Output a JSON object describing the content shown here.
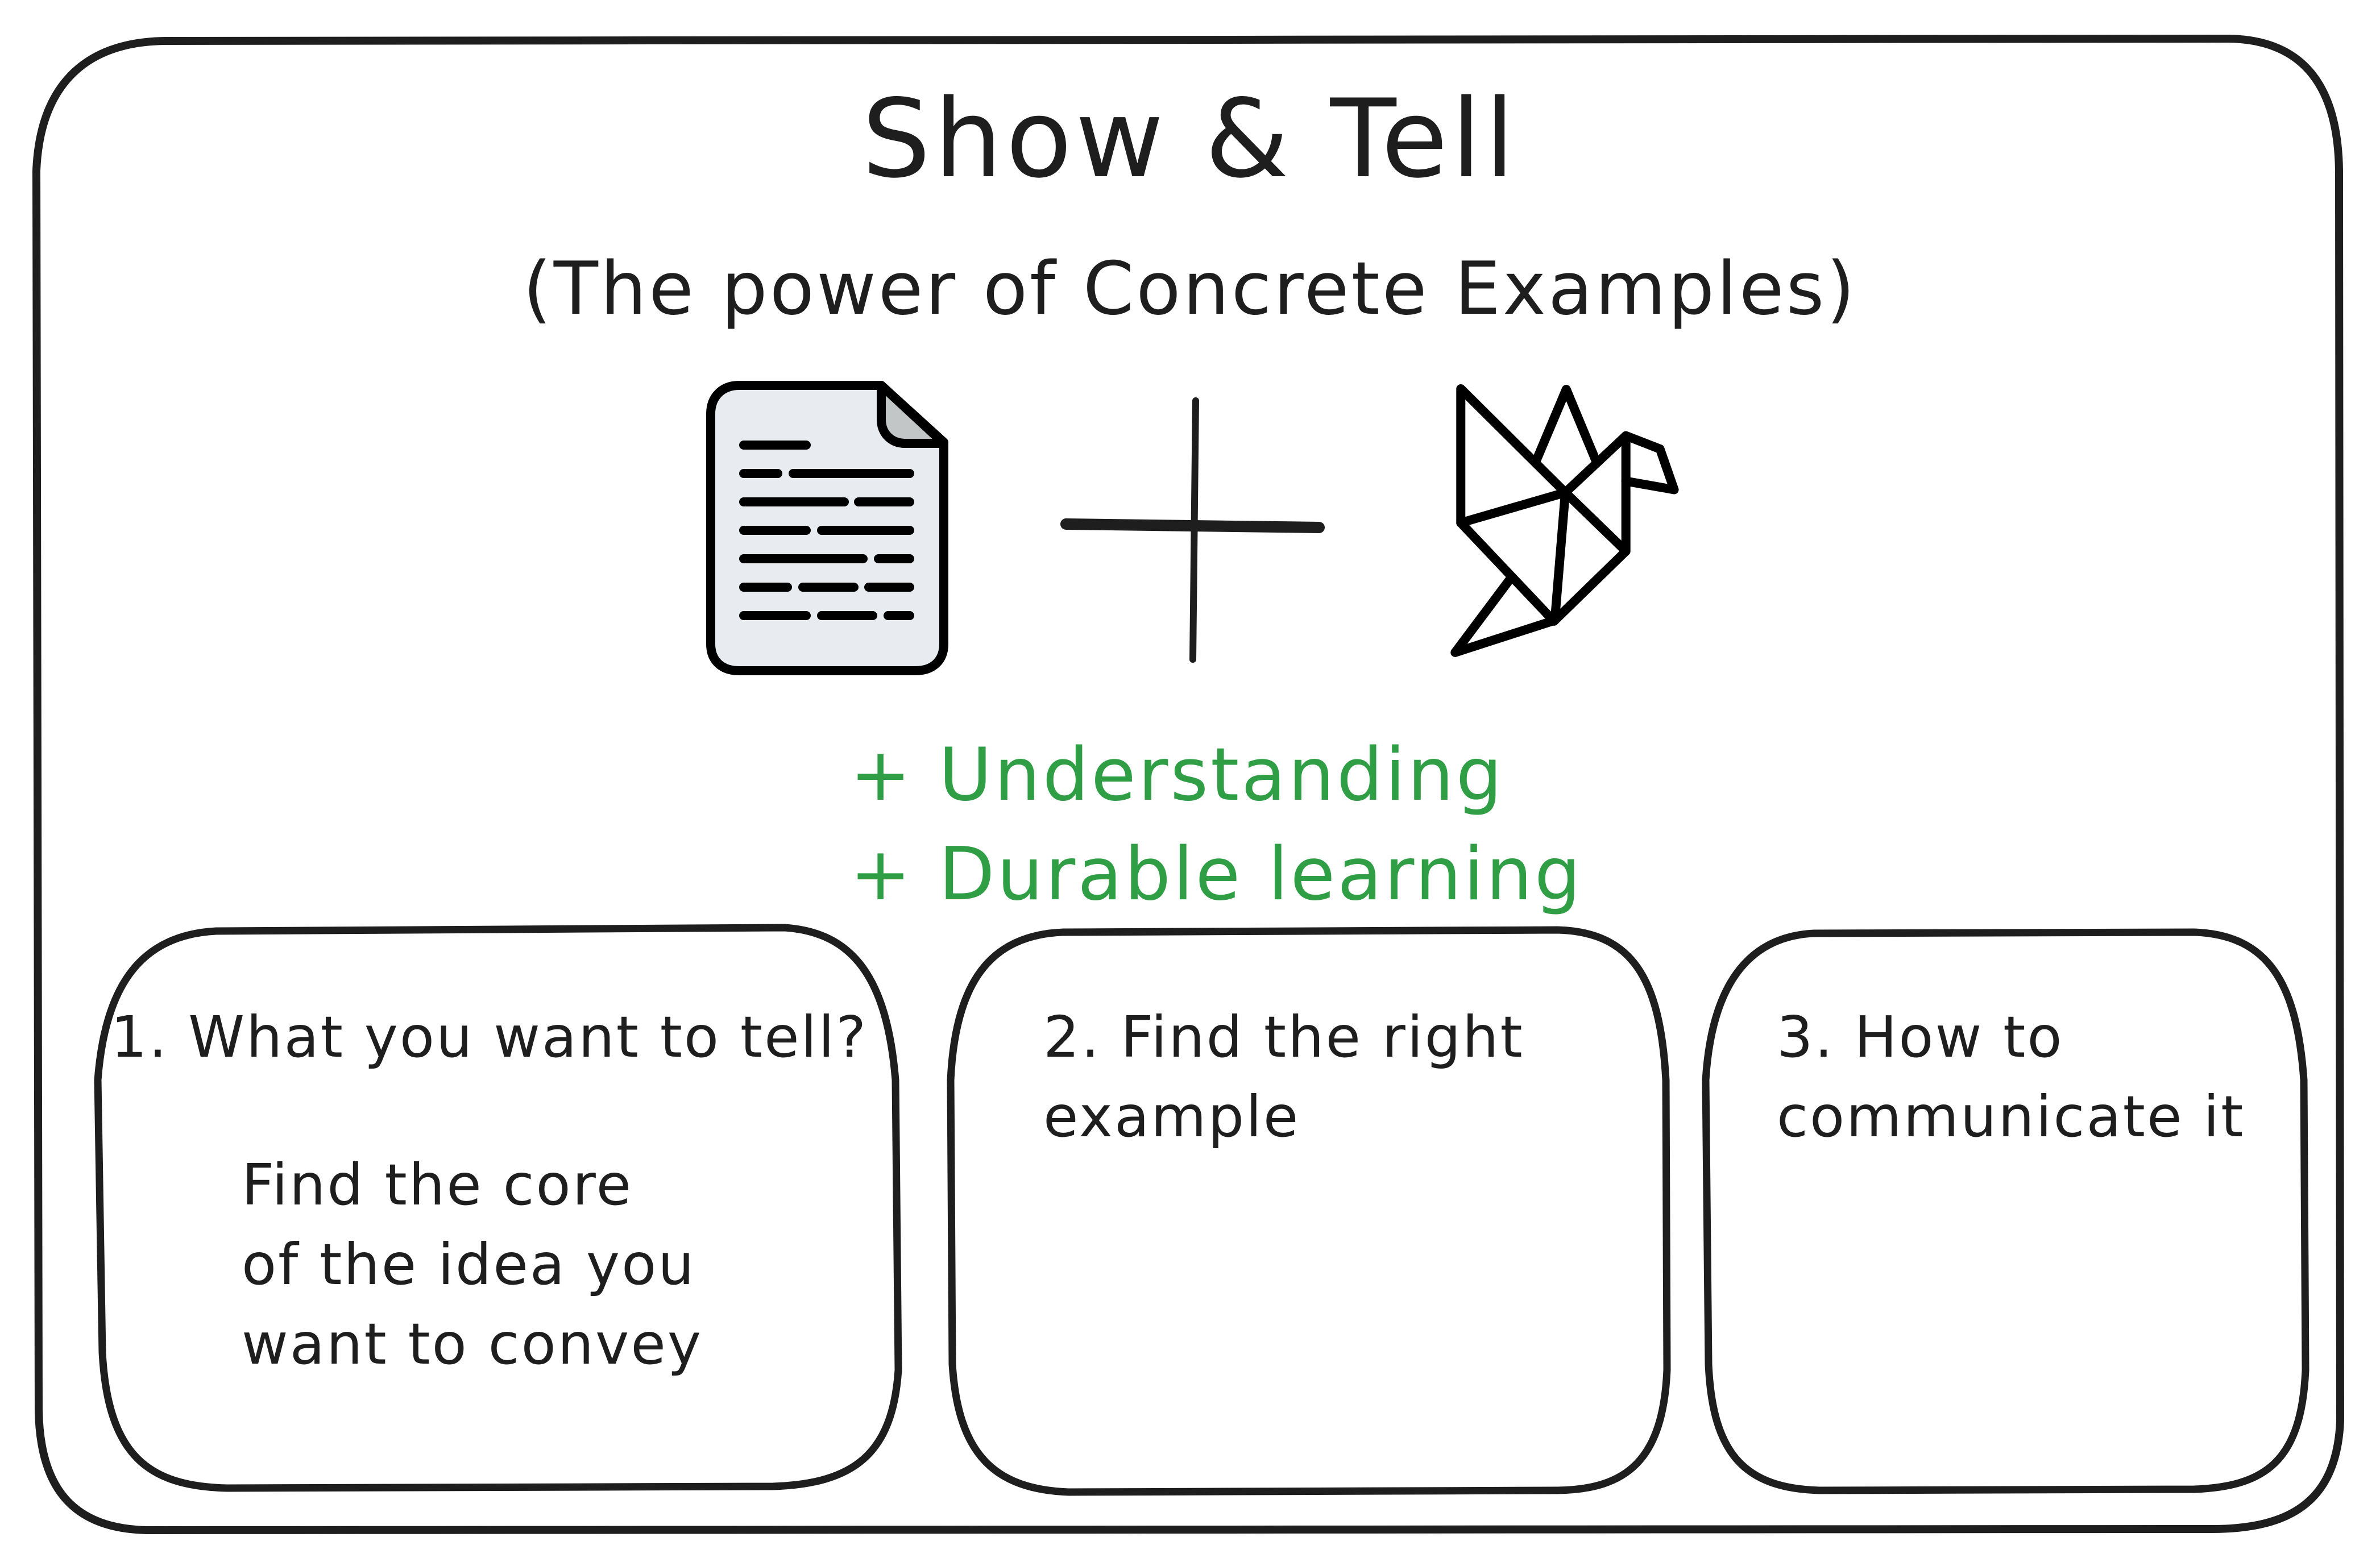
{
  "title": "Show & Tell",
  "subtitle": "(The power of Concrete Examples)",
  "equation": {
    "left_icon": "document-icon",
    "operator_icon": "plus-icon",
    "right_icon": "origami-bird-icon"
  },
  "benefits": [
    "+ Understanding",
    "+ Durable learning"
  ],
  "steps": [
    {
      "title": "1. What you want to tell?",
      "body_lines": [
        "Find the core",
        "of the idea you",
        "want to convey"
      ]
    },
    {
      "title_lines": [
        "2. Find the right",
        "example"
      ]
    },
    {
      "title_lines": [
        "3. How to",
        "communicate it"
      ]
    }
  ],
  "colors": {
    "ink": "#1e1e1e",
    "accent_green": "#2f9e44",
    "doc_fill": "#e8ecf0",
    "doc_fold": "#c3c6c7"
  }
}
